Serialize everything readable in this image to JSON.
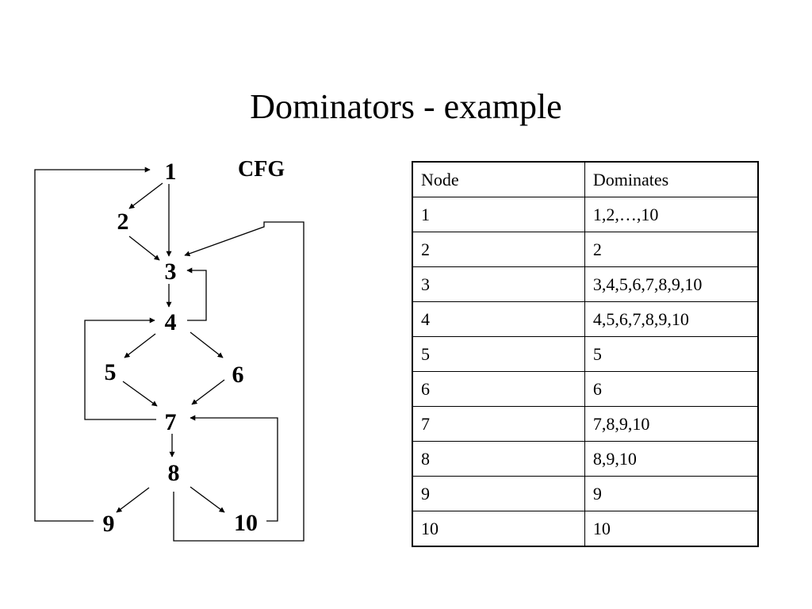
{
  "title": "Dominators - example",
  "cfg": {
    "label": "CFG",
    "nodes": [
      "1",
      "2",
      "3",
      "4",
      "5",
      "6",
      "7",
      "8",
      "9",
      "10"
    ]
  },
  "table": {
    "headers": [
      "Node",
      "Dominates"
    ],
    "rows": [
      [
        "1",
        "1,2,…,10"
      ],
      [
        "2",
        "2"
      ],
      [
        "3",
        "3,4,5,6,7,8,9,10"
      ],
      [
        "4",
        "4,5,6,7,8,9,10"
      ],
      [
        "5",
        "5"
      ],
      [
        "6",
        "6"
      ],
      [
        "7",
        "7,8,9,10"
      ],
      [
        "8",
        "8,9,10"
      ],
      [
        "9",
        "9"
      ],
      [
        "10",
        "10"
      ]
    ]
  }
}
